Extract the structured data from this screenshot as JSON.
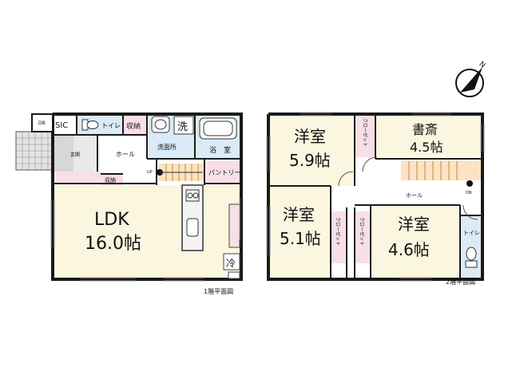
{
  "colors": {
    "wall": "#1a1a1a",
    "floor_room": "#fbf6df",
    "floor_hall": "#ffffff",
    "closet": "#f8dfe6",
    "wet": "#dbeaf7",
    "stair": "#fbe3c3",
    "entrance": "#d9d9d9",
    "window": "#9a9a9a"
  },
  "icons": [
    "compass-icon",
    "toilet-icon",
    "sink-icon",
    "washer-icon",
    "bathtub-icon",
    "stair-icon",
    "refrigerator-icon"
  ],
  "floor1": {
    "caption": "1階平面図",
    "rooms": {
      "db": "DB",
      "sic": "SIC",
      "toilet": "トイレ",
      "storage_top": "収納",
      "laundry_mark": "洗",
      "washroom": "洗面所",
      "bath": "浴　室",
      "entrance": "玄関",
      "hall": "ホール",
      "storage_small": "収納",
      "pantry": "パントリー",
      "ldk_name": "LDK",
      "ldk_size": "16.0帖",
      "fridge": "冷",
      "up": "UP"
    }
  },
  "floor2": {
    "caption": "2階平面図",
    "rooms": {
      "w1_name": "洋室",
      "w1_size": "5.9帖",
      "closet1": "クローゼット",
      "study_name": "書斎",
      "study_size": "4.5帖",
      "hall": "ホール",
      "dn": "DN",
      "w2_name": "洋室",
      "w2_size": "5.1帖",
      "closet2": "クローゼット",
      "closet3": "クローゼット",
      "w3_name": "洋室",
      "w3_size": "4.6帖",
      "toilet": "トイレ"
    }
  }
}
